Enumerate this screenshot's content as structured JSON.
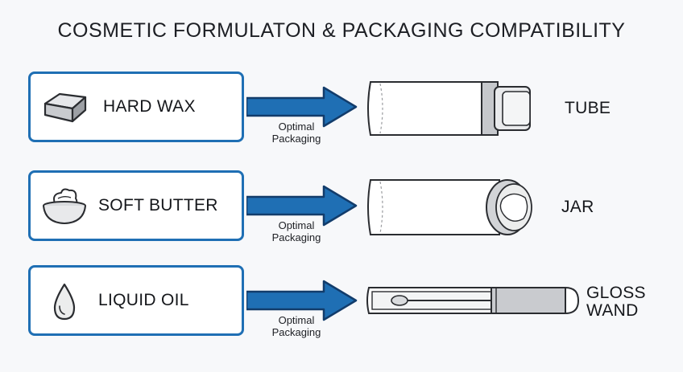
{
  "title": "COSMETIC FORMULATON & PACKAGING COMPATIBILITY",
  "rows": [
    {
      "formulation": "HARD WAX",
      "icon": "wax-block-icon",
      "connector": [
        "Optimal",
        "Packaging"
      ],
      "packaging": [
        "TUBE"
      ]
    },
    {
      "formulation": "SOFT BUTTER",
      "icon": "butter-bowl-icon",
      "connector": [
        "Optimal",
        "Packaging"
      ],
      "packaging": [
        "JAR"
      ]
    },
    {
      "formulation": "LIQUID OIL",
      "icon": "oil-drop-icon",
      "connector": [
        "Optimal",
        "Packaging"
      ],
      "packaging": [
        "GLOSS",
        "WAND"
      ]
    }
  ],
  "colors": {
    "accent": "#1f6fb4",
    "arrow_dark": "#123c6b",
    "text": "#15171b"
  }
}
